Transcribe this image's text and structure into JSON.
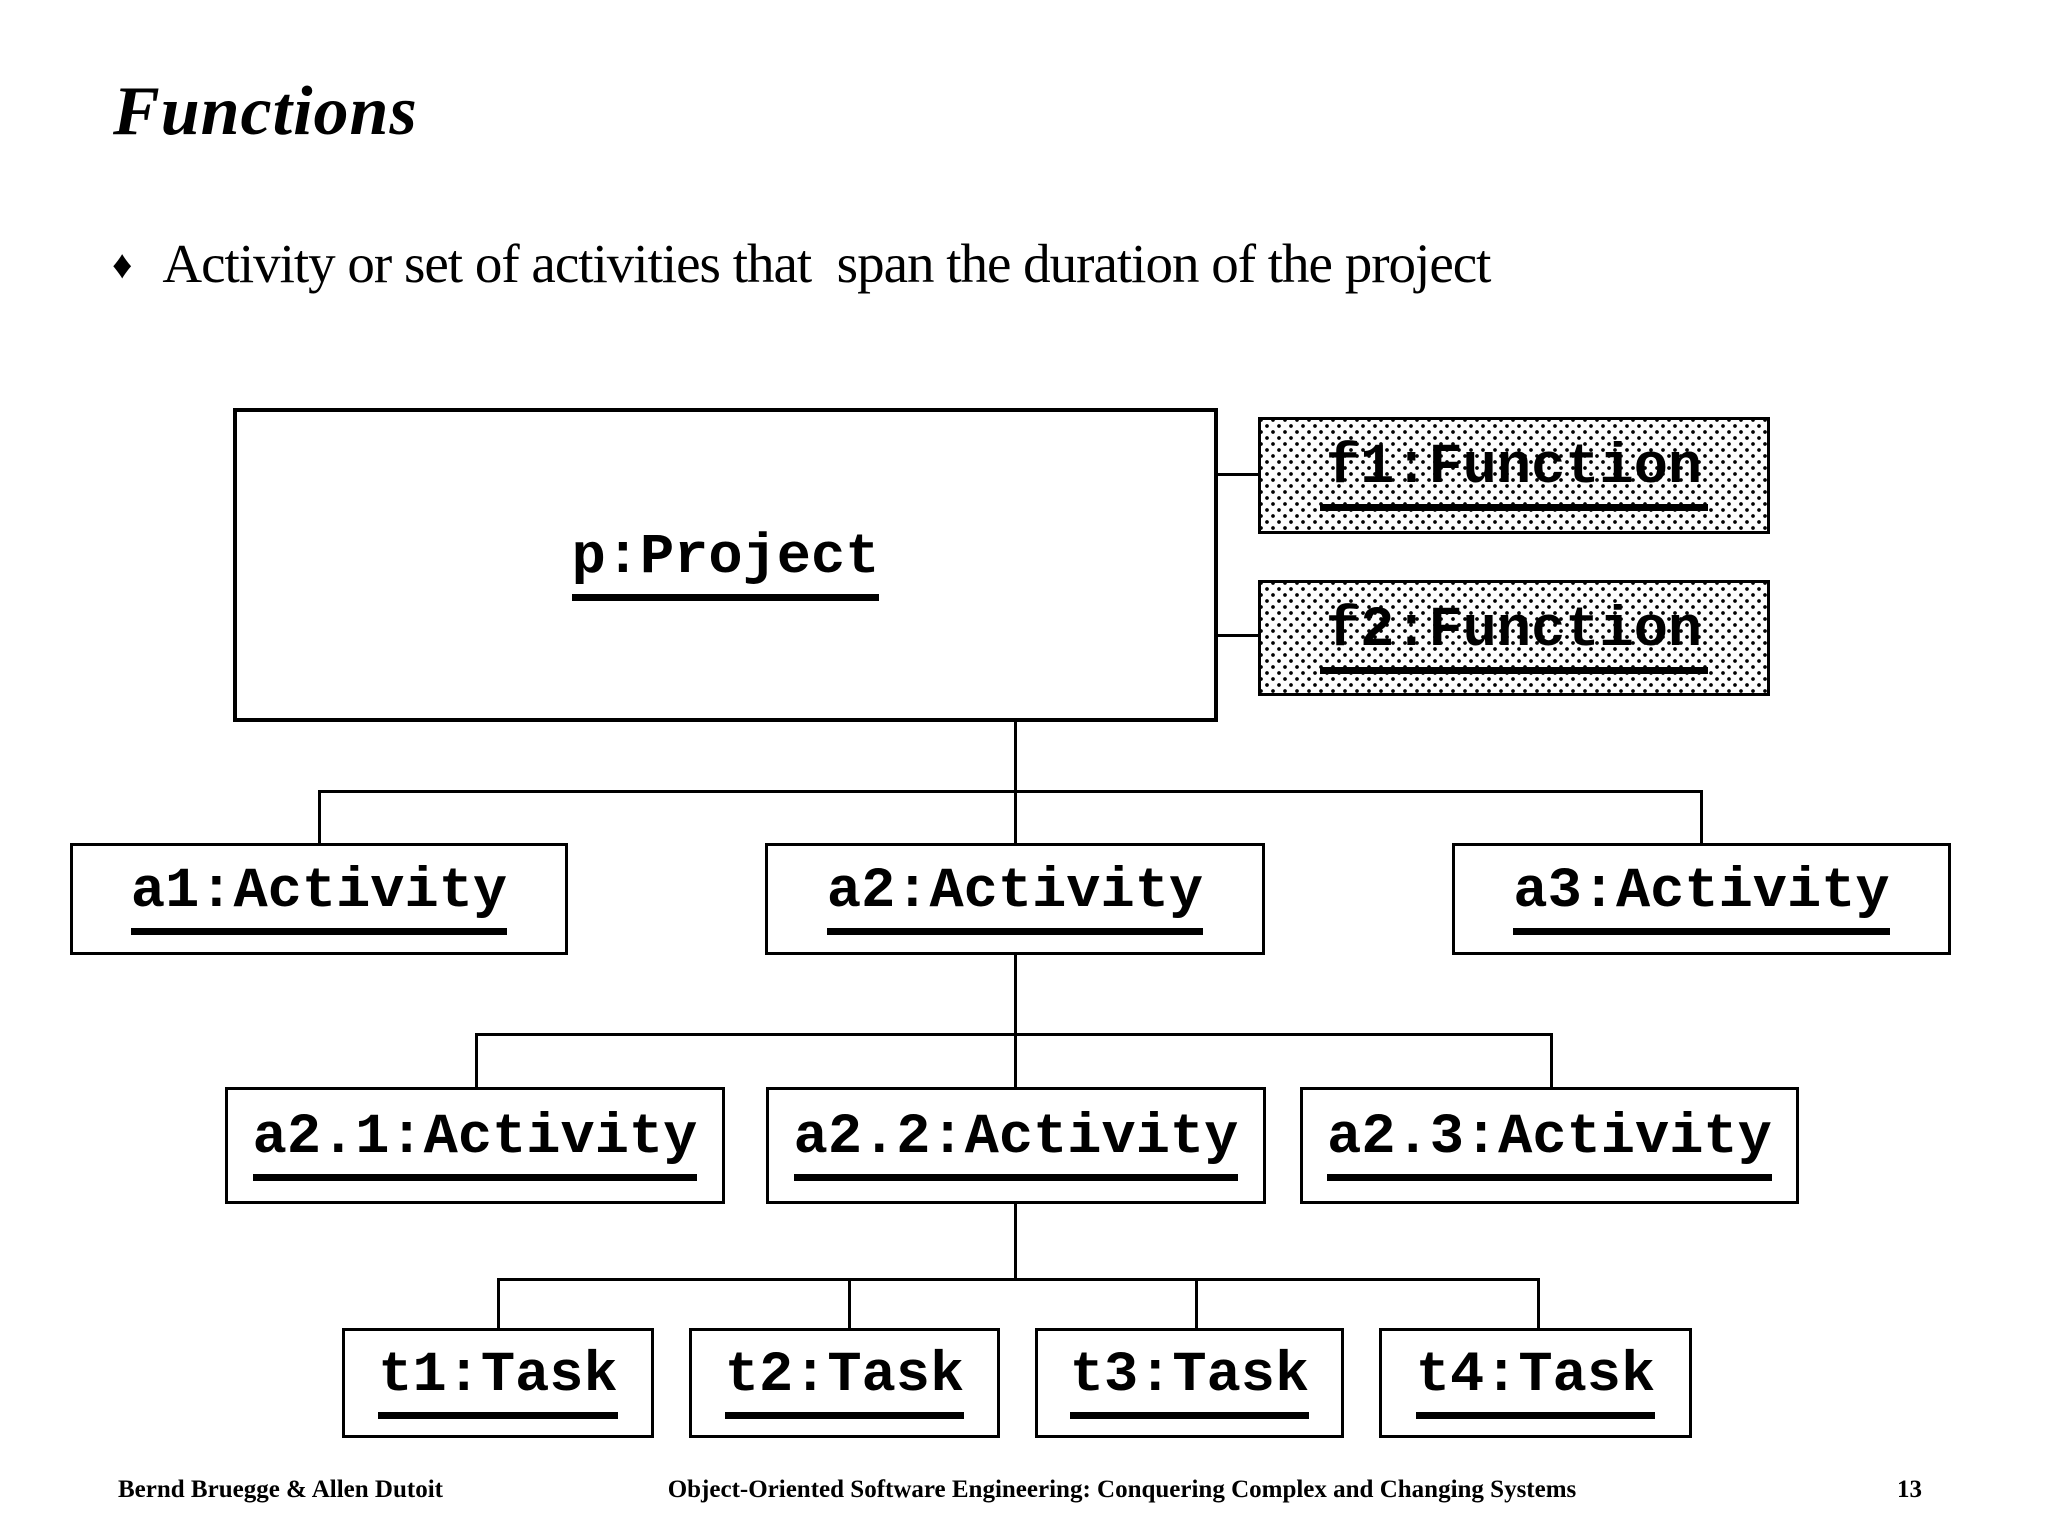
{
  "colors": {
    "ink": "#000000",
    "paper": "#ffffff"
  },
  "slide": {
    "title": "Functions",
    "bullet_marker": "♦",
    "bullet_text": "Activity or set of activities that  span the duration of the project"
  },
  "diagram": {
    "project": {
      "label": "p:Project"
    },
    "f1": {
      "label": "f1:Function"
    },
    "f2": {
      "label": "f2:Function"
    },
    "a1": {
      "label": "a1:Activity"
    },
    "a2": {
      "label": "a2:Activity"
    },
    "a3": {
      "label": "a3:Activity"
    },
    "a21": {
      "label": "a2.1:Activity"
    },
    "a22": {
      "label": "a2.2:Activity"
    },
    "a23": {
      "label": "a2.3:Activity"
    },
    "t1": {
      "label": "t1:Task"
    },
    "t2": {
      "label": "t2:Task"
    },
    "t3": {
      "label": "t3:Task"
    },
    "t4": {
      "label": "t4:Task"
    }
  },
  "footer": {
    "left": "Bernd Bruegge & Allen Dutoit",
    "center": "Object-Oriented Software Engineering: Conquering Complex and Changing Systems",
    "page": "13"
  }
}
